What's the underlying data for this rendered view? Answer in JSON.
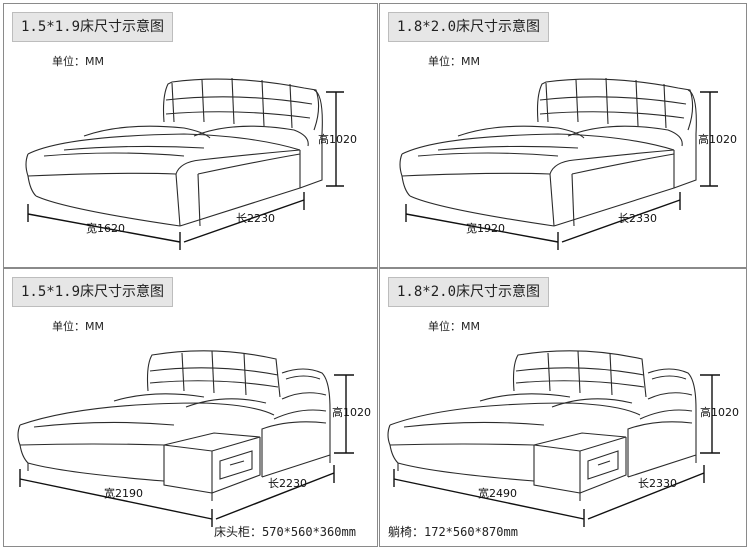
{
  "panels": [
    {
      "title": "1.5*1.9床尺寸示意图",
      "unit": "单位：MM",
      "height_label": "高1020",
      "width_label": "宽1620",
      "length_label": "长2230"
    },
    {
      "title": "1.8*2.0床尺寸示意图",
      "unit": "单位：MM",
      "height_label": "高1020",
      "width_label": "宽1920",
      "length_label": "长2330"
    },
    {
      "title": "1.5*1.9床尺寸示意图",
      "unit": "单位：MM",
      "height_label": "高1020",
      "width_label": "宽2190",
      "length_label": "长2230",
      "note": "床头柜：570*560*360mm"
    },
    {
      "title": "1.8*2.0床尺寸示意图",
      "unit": "单位：MM",
      "height_label": "高1020",
      "width_label": "宽2490",
      "length_label": "长2330",
      "note": "躺椅：172*560*870mm"
    }
  ]
}
